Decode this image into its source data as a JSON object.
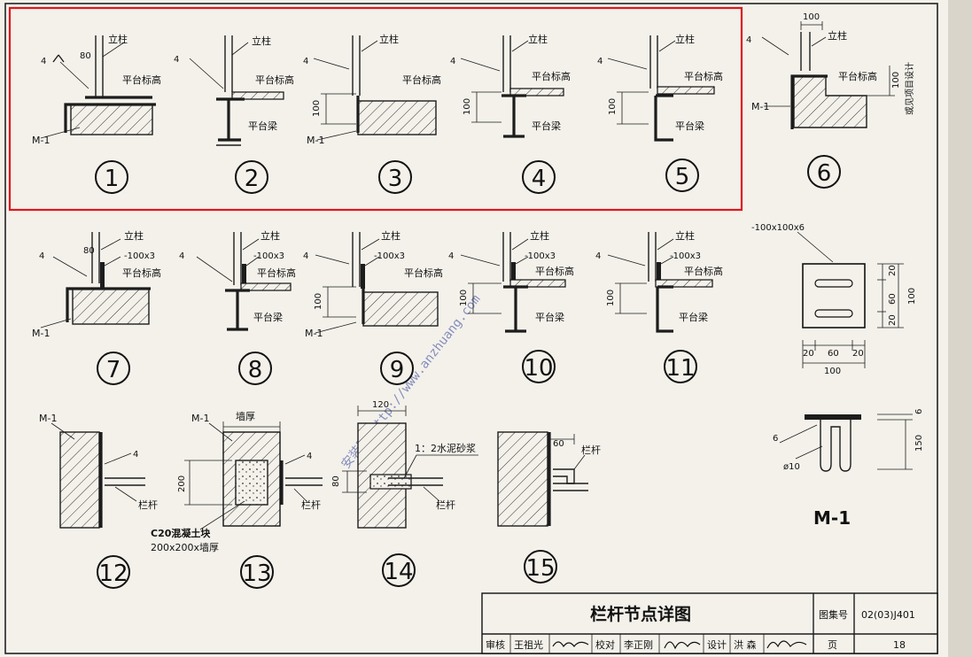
{
  "labels": {
    "column": "立柱",
    "platform_level": "平台标高",
    "platform_beam": "平台梁",
    "embed": "M-1",
    "weld": "4",
    "plate": "-100x3",
    "wall_thickness": "墙厚",
    "concrete_block": "C20混凝土块",
    "block_size": "200x200x墙厚",
    "mortar": "1：2水泥砂浆",
    "railing": "栏杆",
    "per_project": "或见项目设计"
  },
  "dims": {
    "d80": "80",
    "d100": "100",
    "d200": "200",
    "d120": "120",
    "d60": "60",
    "d20": "20",
    "d6": "6",
    "d150": "150",
    "phi10": "ø10",
    "m1_plate": "-100x100x6"
  },
  "details": [
    {
      "num": "1"
    },
    {
      "num": "2"
    },
    {
      "num": "3"
    },
    {
      "num": "4"
    },
    {
      "num": "5"
    },
    {
      "num": "6"
    },
    {
      "num": "7"
    },
    {
      "num": "8"
    },
    {
      "num": "9"
    },
    {
      "num": "10"
    },
    {
      "num": "11"
    },
    {
      "num": "12"
    },
    {
      "num": "13"
    },
    {
      "num": "14"
    },
    {
      "num": "15"
    }
  ],
  "m1_title": "M-1",
  "watermark": "安装网 http://www.anzhuang.com",
  "title_block": {
    "title": "栏杆节点详图",
    "atlas_label": "图集号",
    "atlas_no": "02(03)J401",
    "page_label": "页",
    "page_no": "18",
    "review": "审核",
    "reviewer": "王祖光",
    "check": "校对",
    "checker": "李正刚",
    "design": "设计",
    "designer": "洪 森"
  },
  "highlight_color": "#e0151d"
}
